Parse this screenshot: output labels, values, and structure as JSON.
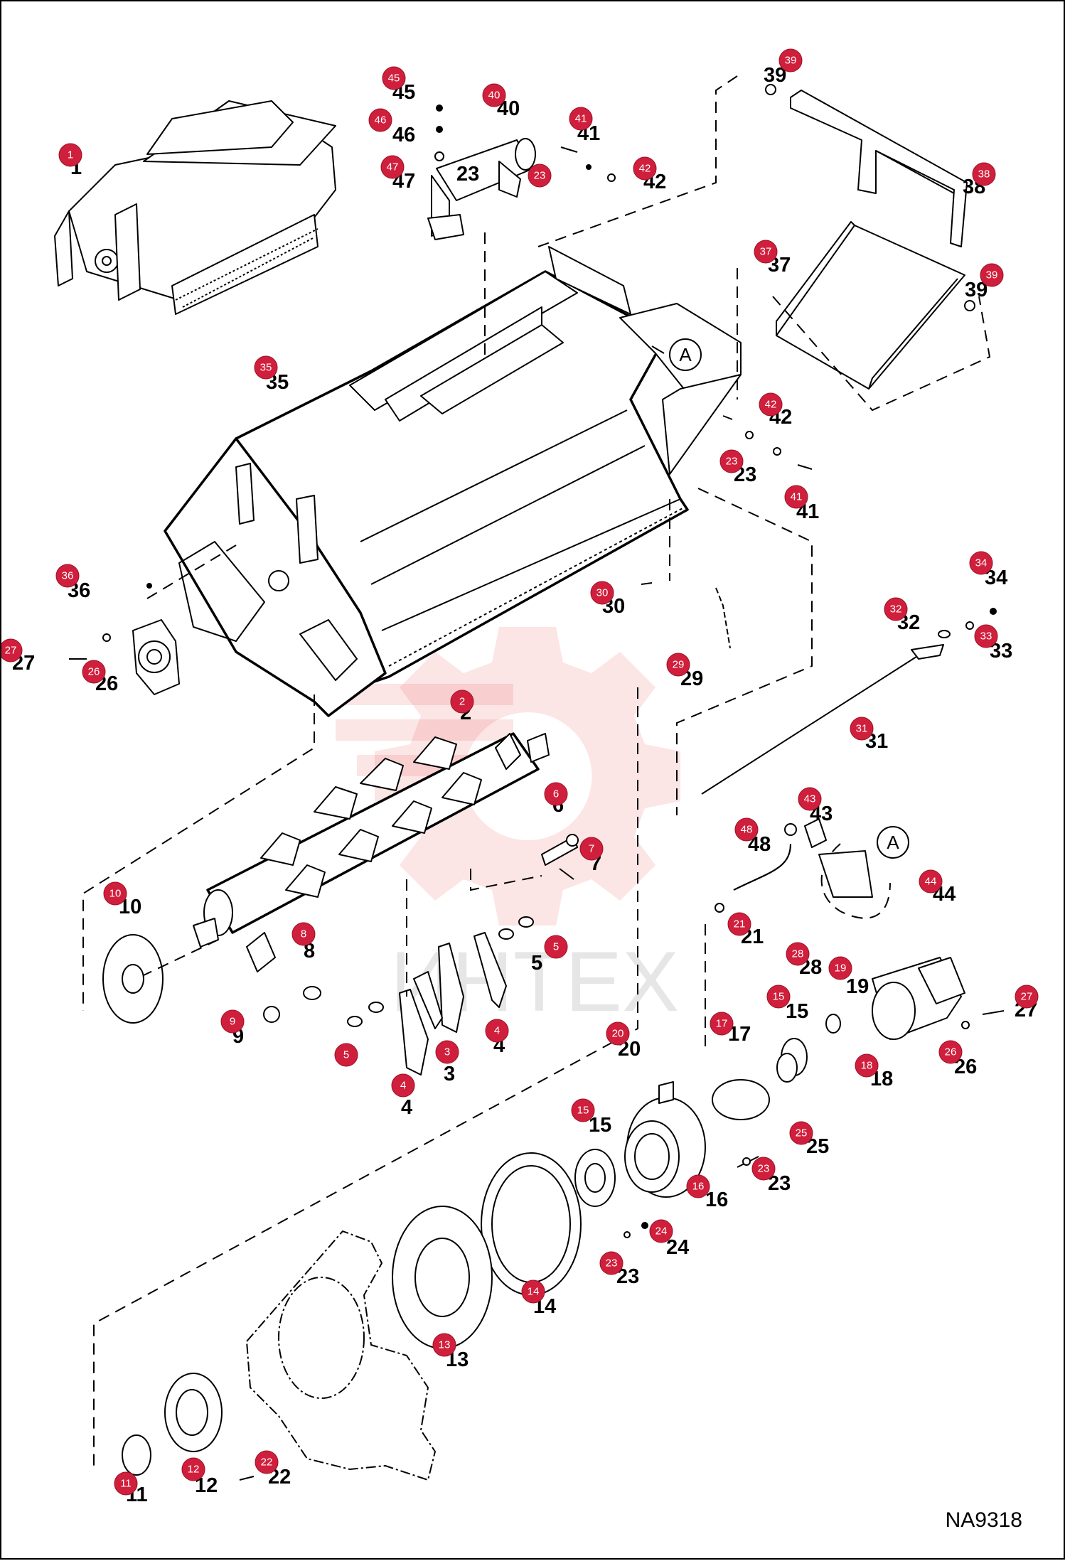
{
  "drawing_code": "NA9318",
  "watermark_text": "ИНТЕХ",
  "detail_ref_letter": "A",
  "accent_color": "#d01f3c",
  "callouts": [
    "1",
    "2",
    "3",
    "4",
    "5",
    "6",
    "7",
    "8",
    "9",
    "10",
    "11",
    "12",
    "13",
    "14",
    "15",
    "16",
    "17",
    "18",
    "19",
    "20",
    "21",
    "22",
    "23",
    "24",
    "25",
    "26",
    "27",
    "28",
    "29",
    "30",
    "31",
    "32",
    "33",
    "34",
    "35",
    "36",
    "37",
    "38",
    "39",
    "40",
    "41",
    "42",
    "43",
    "44",
    "45",
    "46",
    "47",
    "48"
  ]
}
